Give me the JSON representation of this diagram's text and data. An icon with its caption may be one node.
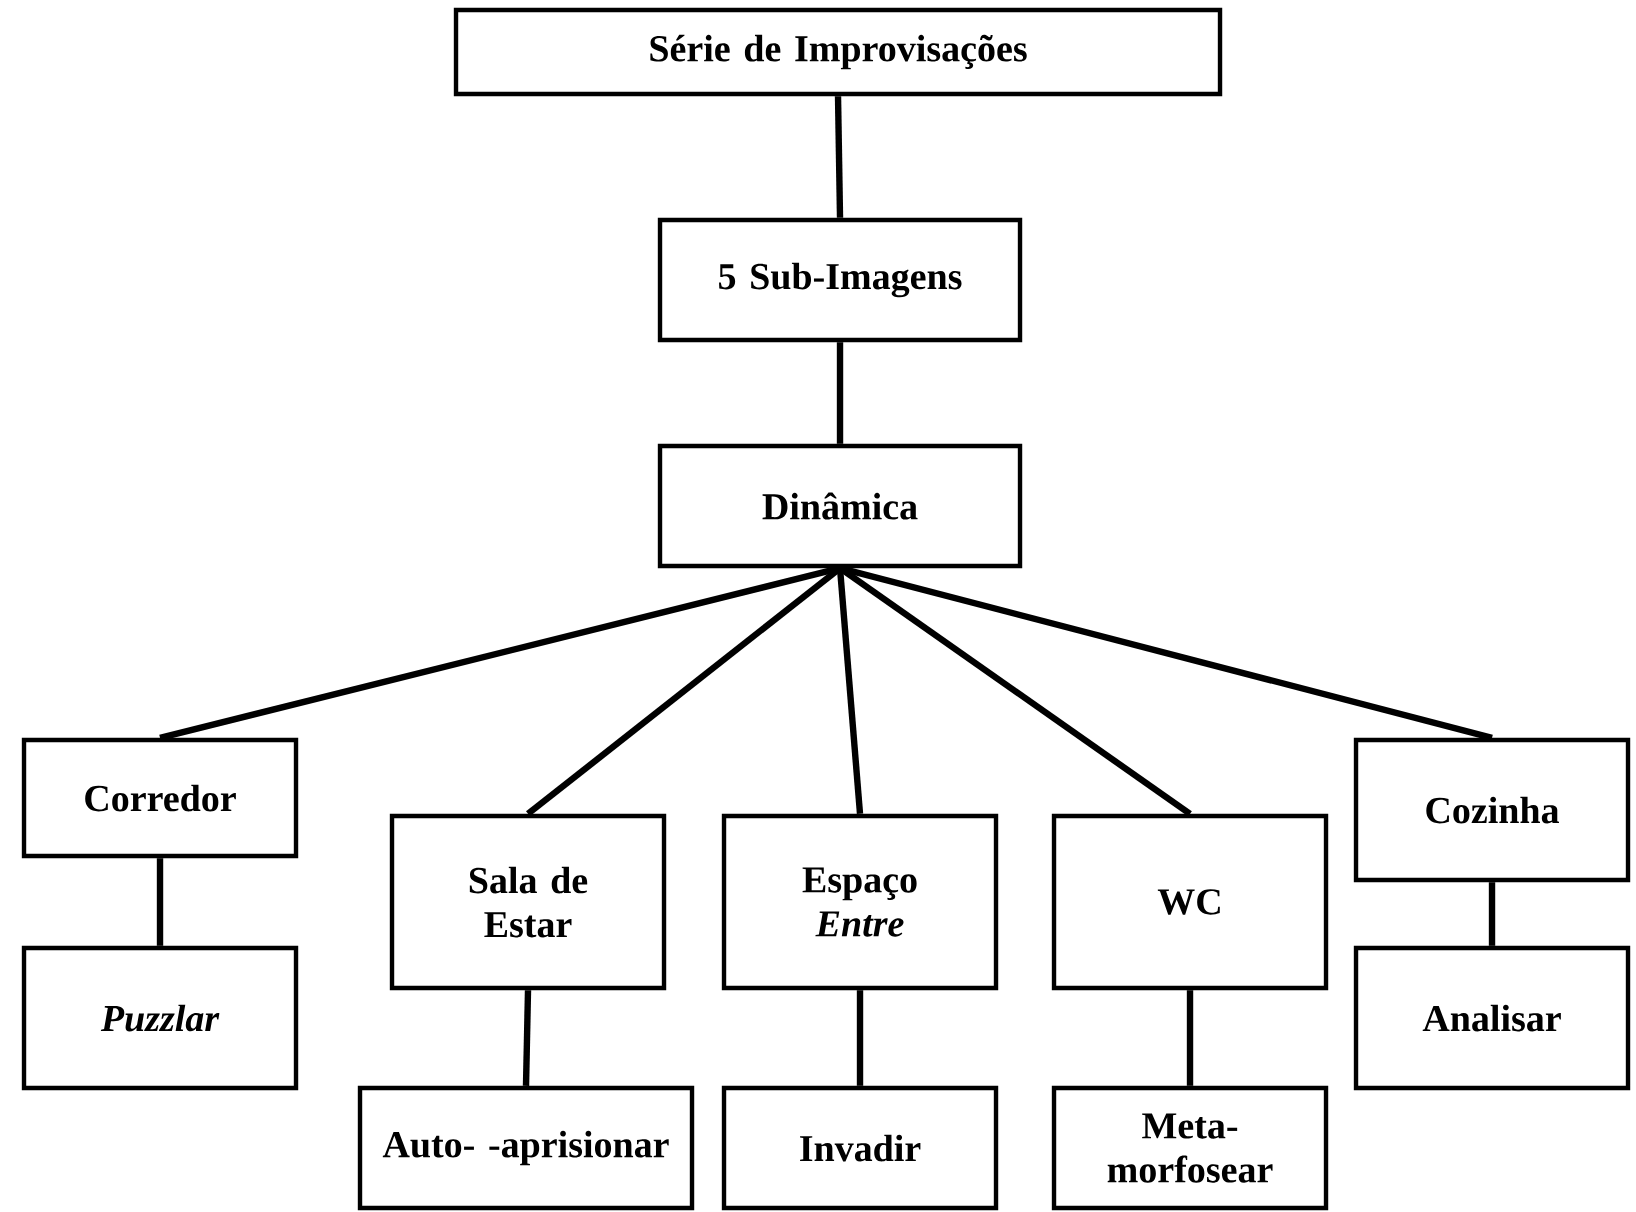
{
  "diagram": {
    "nodes": [
      {
        "text": [
          "Série de Improvisações"
        ]
      },
      {
        "text": [
          "5 Sub-Imagens"
        ]
      },
      {
        "text": [
          "Dinâmica"
        ]
      },
      {
        "text": [
          "Corredor"
        ]
      },
      {
        "text": [
          "Sala de Estar"
        ]
      },
      {
        "text": [
          "Espaço *Entre*"
        ]
      },
      {
        "text": [
          "WC"
        ]
      },
      {
        "text": [
          "Cozinha"
        ]
      },
      {
        "text": [
          "Puzzlar"
        ]
      },
      {
        "text": [
          "Auto- -aprisionar"
        ]
      },
      {
        "text": [
          "Invadir"
        ]
      },
      {
        "text": [
          "Meta- morfosear"
        ]
      },
      {
        "text": [
          "Analisar"
        ]
      }
    ],
    "edges": [
      {
        "from": 0,
        "to": 1,
        "arrow": "none"
      },
      {
        "from": 1,
        "to": 2,
        "arrow": "none"
      },
      {
        "from": 2,
        "to": 3,
        "arrow": "none"
      },
      {
        "from": 2,
        "to": 4,
        "arrow": "none"
      },
      {
        "from": 2,
        "to": 5,
        "arrow": "none"
      },
      {
        "from": 2,
        "to": 6,
        "arrow": "none"
      },
      {
        "from": 2,
        "to": 7,
        "arrow": "none"
      },
      {
        "from": 3,
        "to": 8,
        "arrow": "none"
      },
      {
        "from": 4,
        "to": 9,
        "arrow": "none"
      },
      {
        "from": 5,
        "to": 10,
        "arrow": "none"
      },
      {
        "from": 6,
        "to": 11,
        "arrow": "none"
      },
      {
        "from": 7,
        "to": 12,
        "arrow": "none"
      }
    ]
  }
}
